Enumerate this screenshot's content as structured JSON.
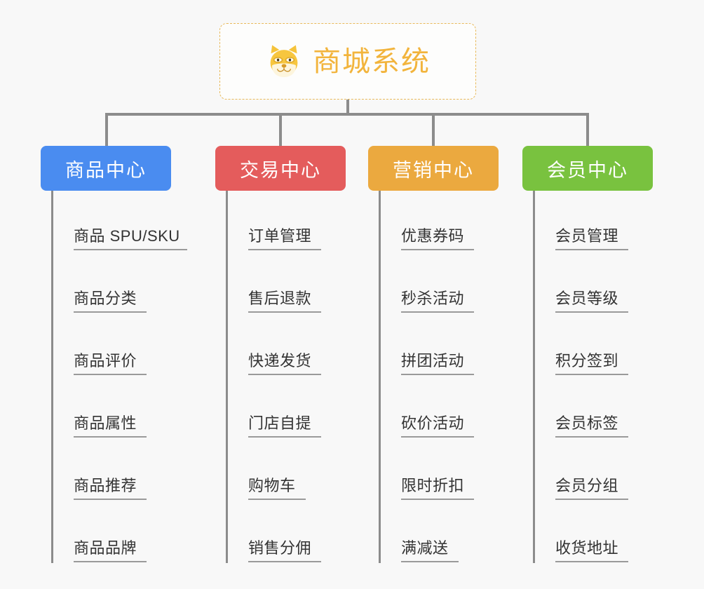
{
  "root": {
    "title": "商城系统",
    "icon": "dog-face-icon",
    "border_color": "#e8b95a",
    "text_color": "#f2b43c",
    "background": "#fdfdfc"
  },
  "canvas": {
    "background": "#f8f8f8",
    "connector_color": "#8c8c8c"
  },
  "columns": [
    {
      "id": "product-center",
      "label": "商品中心",
      "color": "#4a8cf0",
      "items": [
        "商品 SPU/SKU",
        "商品分类",
        "商品评价",
        "商品属性",
        "商品推荐",
        "商品品牌"
      ]
    },
    {
      "id": "trade-center",
      "label": "交易中心",
      "color": "#e45c5c",
      "items": [
        "订单管理",
        "售后退款",
        "快递发货",
        "门店自提",
        "购物车",
        "销售分佣"
      ]
    },
    {
      "id": "marketing-center",
      "label": "营销中心",
      "color": "#eba93f",
      "items": [
        "优惠券码",
        "秒杀活动",
        "拼团活动",
        "砍价活动",
        "限时折扣",
        "满减送"
      ]
    },
    {
      "id": "member-center",
      "label": "会员中心",
      "color": "#79c23f",
      "items": [
        "会员管理",
        "会员等级",
        "积分签到",
        "会员标签",
        "会员分组",
        "收货地址"
      ]
    }
  ]
}
